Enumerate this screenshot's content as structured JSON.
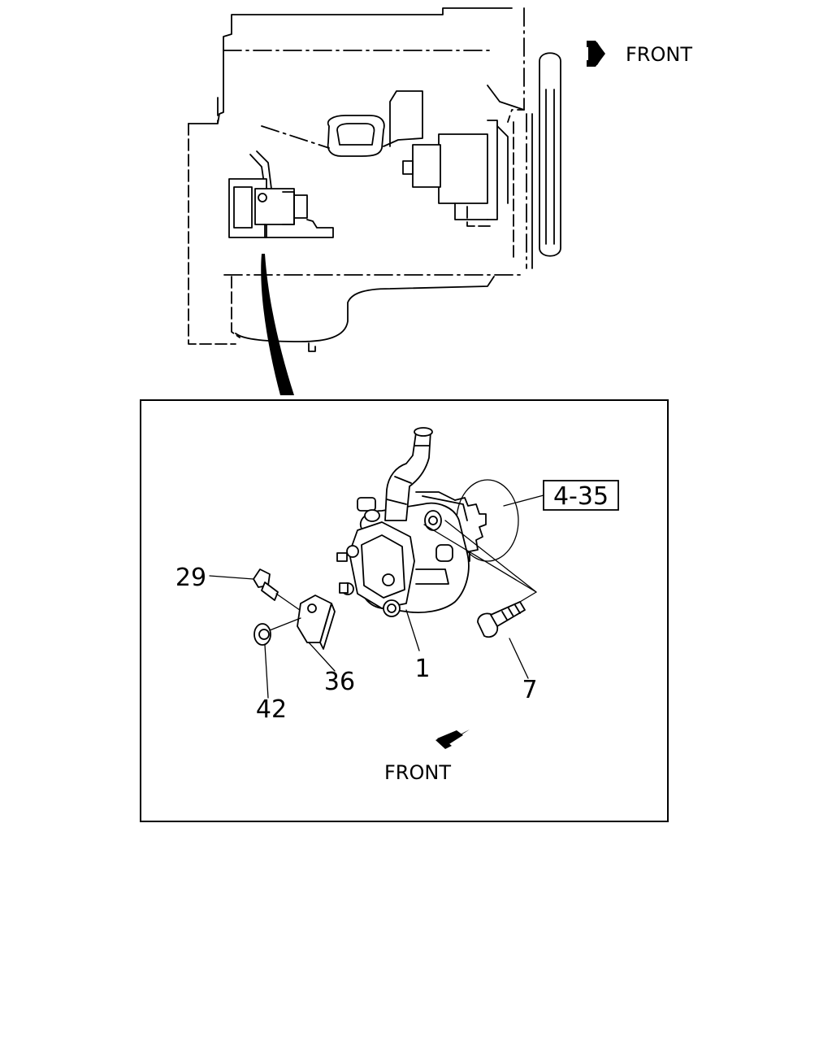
{
  "labels": {
    "front_top": "FRONT",
    "front_bottom": "FRONT",
    "ref_box": "4-35",
    "callout_29": "29",
    "callout_1": "1",
    "callout_7": "7",
    "callout_36": "36",
    "callout_42": "42"
  }
}
